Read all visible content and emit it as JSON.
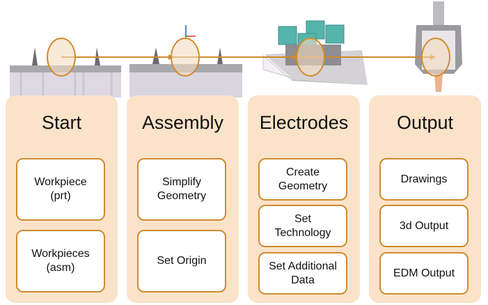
{
  "columns": [
    {
      "title": "Start",
      "items": [
        "Workpiece\n(prt)",
        "Workpieces\n(asm)"
      ]
    },
    {
      "title": "Assembly",
      "items": [
        "Simplify\nGeometry",
        "Set Origin"
      ]
    },
    {
      "title": "Electrodes",
      "items": [
        "Create\nGeometry",
        "Set\nTechnology",
        "Set Additional\nData"
      ]
    },
    {
      "title": "Output",
      "items": [
        "Drawings",
        "3d Output",
        "EDM Output"
      ]
    }
  ],
  "colors": {
    "accent": "#d08a2e",
    "panel": "#fbe3ca",
    "box_border": "#d08a2e"
  }
}
